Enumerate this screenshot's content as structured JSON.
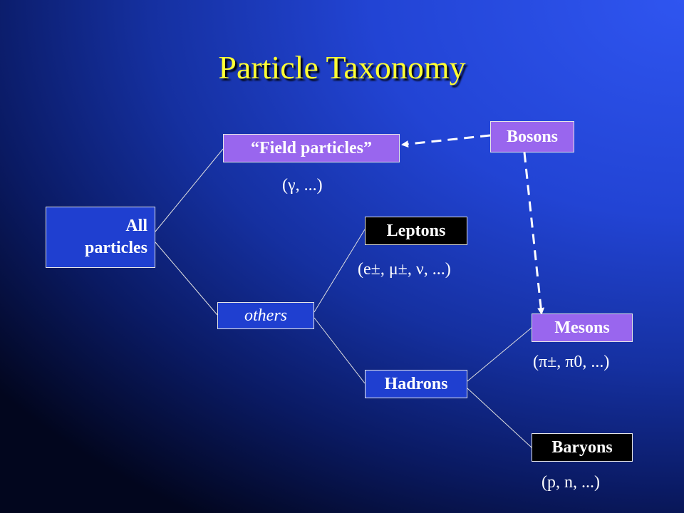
{
  "slide": {
    "title": "Particle Taxonomy"
  },
  "nodes": {
    "all": {
      "line1": "All",
      "line2": "particles"
    },
    "field": {
      "label": "“Field particles”",
      "examples": "(γ, ...)"
    },
    "others": {
      "label": "others"
    },
    "bosons": {
      "label": "Bosons"
    },
    "leptons": {
      "label": "Leptons",
      "examples": "(e±, μ±, ν, ...)"
    },
    "hadrons": {
      "label": "Hadrons"
    },
    "mesons": {
      "label": "Mesons",
      "examples": "(π±, π0, ...)"
    },
    "baryons": {
      "label": "Baryons",
      "examples": "(p, n, ...)"
    }
  },
  "colors": {
    "title": "#ffff33",
    "purple_box": "#9966ee",
    "blue_box": "#1f3fd0",
    "black_box": "#000000"
  }
}
